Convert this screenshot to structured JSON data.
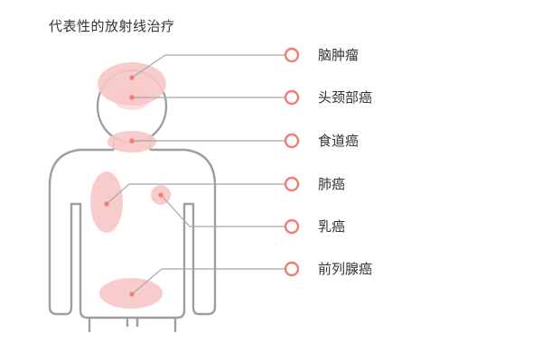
{
  "title": "代表性的放射线治疗",
  "colors": {
    "body_outline": "#9e9e9e",
    "leader_line": "#a8a8a8",
    "area_fill": "#f8c6c6",
    "marker": "#ef7c6e",
    "text": "#333333"
  },
  "icons": {
    "marker": "ring-marker-icon",
    "point": "dot-icon"
  },
  "cancers": [
    {
      "label": "脑肿瘤",
      "area": "brain"
    },
    {
      "label": "头颈部癌",
      "area": "head-neck"
    },
    {
      "label": "食道癌",
      "area": "esophagus"
    },
    {
      "label": "肺癌",
      "area": "lung"
    },
    {
      "label": "乳癌",
      "area": "breast"
    },
    {
      "label": "前列腺癌",
      "area": "prostate"
    }
  ]
}
